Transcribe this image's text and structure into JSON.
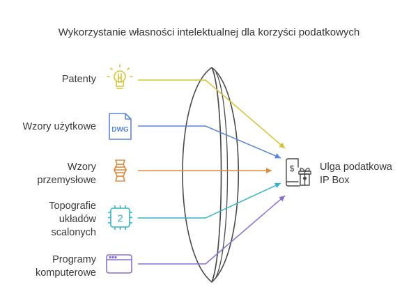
{
  "title": "Wykorzystanie własności intelektualnej dla korzyści podatkowych",
  "sources": [
    {
      "label": "Patenty",
      "icon": "lightbulb-icon",
      "color": "#d8c233"
    },
    {
      "label": "Wzory użytkowe",
      "icon": "dwg-file-icon",
      "icon_text": "DWG",
      "color": "#5b86d6"
    },
    {
      "label": "Wzory\nprzemysłowe",
      "icon": "watch-icon",
      "color": "#e08a3c"
    },
    {
      "label": "Topografie\nukładów\nscalonych",
      "icon": "microchip-icon",
      "icon_text": "2",
      "color": "#34b3c6"
    },
    {
      "label": "Programy\nkomputerowe",
      "icon": "browser-window-icon",
      "color": "#8a6fd3"
    }
  ],
  "target": {
    "label": "Ulga podatkowa\nIP Box",
    "icon": "phone-gift-icon"
  },
  "lens": {
    "name": "lens"
  }
}
